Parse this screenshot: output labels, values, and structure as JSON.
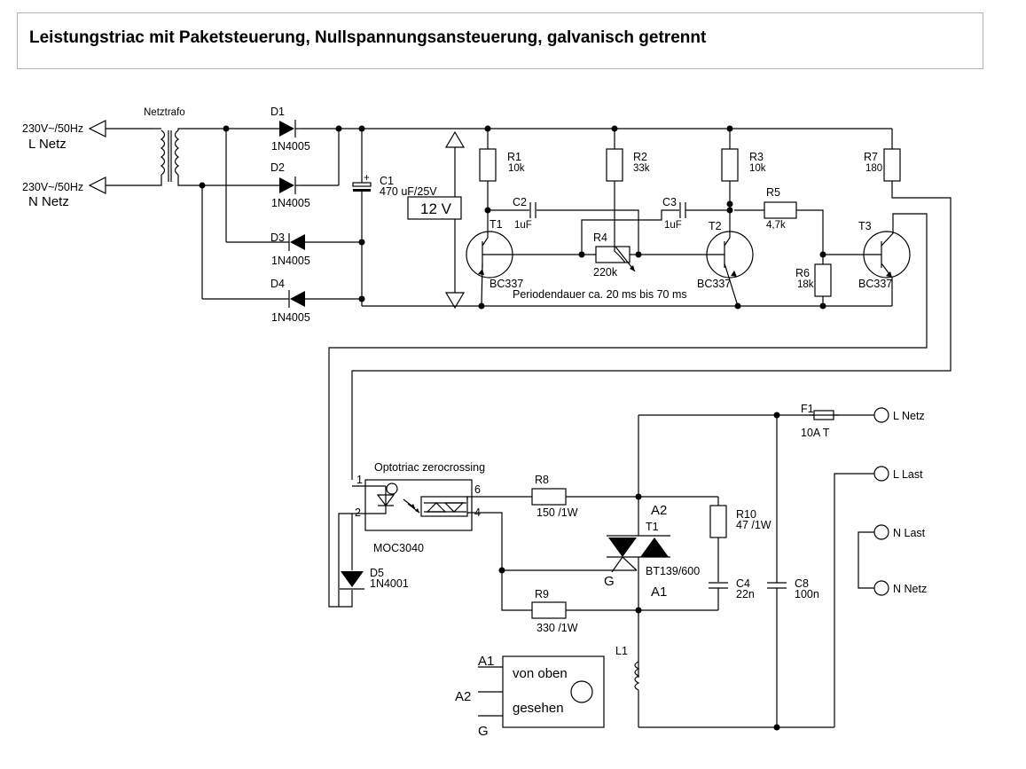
{
  "title": "Leistungstriac mit Paketsteuerung, Nullspannungsansteuerung, galvanisch getrennt",
  "supply": {
    "l_voltage": "230V~/50Hz",
    "l_name": "L Netz",
    "n_voltage": "230V~/50Hz",
    "n_name": "N Netz",
    "transformer": "Netztrafo",
    "dc_voltage": "12 V"
  },
  "diodes": [
    {
      "ref": "D1",
      "type": "1N4005"
    },
    {
      "ref": "D2",
      "type": "1N4005"
    },
    {
      "ref": "D3",
      "type": "1N4005"
    },
    {
      "ref": "D4",
      "type": "1N4005"
    },
    {
      "ref": "D5",
      "type": "1N4001"
    }
  ],
  "capacitors": [
    {
      "ref": "C1",
      "value": "470 uF/25V"
    },
    {
      "ref": "C2",
      "value": "1uF"
    },
    {
      "ref": "C3",
      "value": "1uF"
    },
    {
      "ref": "C4",
      "value": "22n"
    },
    {
      "ref": "C8",
      "value": "100n"
    }
  ],
  "resistors": [
    {
      "ref": "R1",
      "value": "10k"
    },
    {
      "ref": "R2",
      "value": "33k"
    },
    {
      "ref": "R3",
      "value": "10k"
    },
    {
      "ref": "R4",
      "value": "220k"
    },
    {
      "ref": "R5",
      "value": "4,7k"
    },
    {
      "ref": "R6",
      "value": "18k"
    },
    {
      "ref": "R7",
      "value": "180"
    },
    {
      "ref": "R8",
      "value": "150 /1W"
    },
    {
      "ref": "R9",
      "value": "330 /1W"
    },
    {
      "ref": "R10",
      "value": "47 /1W"
    }
  ],
  "transistors": [
    {
      "ref": "T1",
      "type": "BC337"
    },
    {
      "ref": "T2",
      "type": "BC337"
    },
    {
      "ref": "T3",
      "type": "BC337"
    }
  ],
  "multivibrator_note": "Periodendauer ca. 20 ms bis 70 ms",
  "optocoupler": {
    "caption": "Optotriac zerocrossing",
    "type": "MOC3040",
    "pins": [
      "1",
      "2",
      "6",
      "4"
    ]
  },
  "triac": {
    "ref": "T1",
    "type": "BT139/600",
    "a2": "A2",
    "a1": "A1",
    "gate": "G"
  },
  "fuse": {
    "ref": "F1",
    "value": "10A T"
  },
  "inductor": {
    "ref": "L1"
  },
  "terminals": [
    "L Netz",
    "L Last",
    "N Last",
    "N Netz"
  ],
  "pinout": {
    "a1": "A1",
    "a2": "A2",
    "g": "G",
    "line1": "von oben",
    "line2": "gesehen"
  }
}
